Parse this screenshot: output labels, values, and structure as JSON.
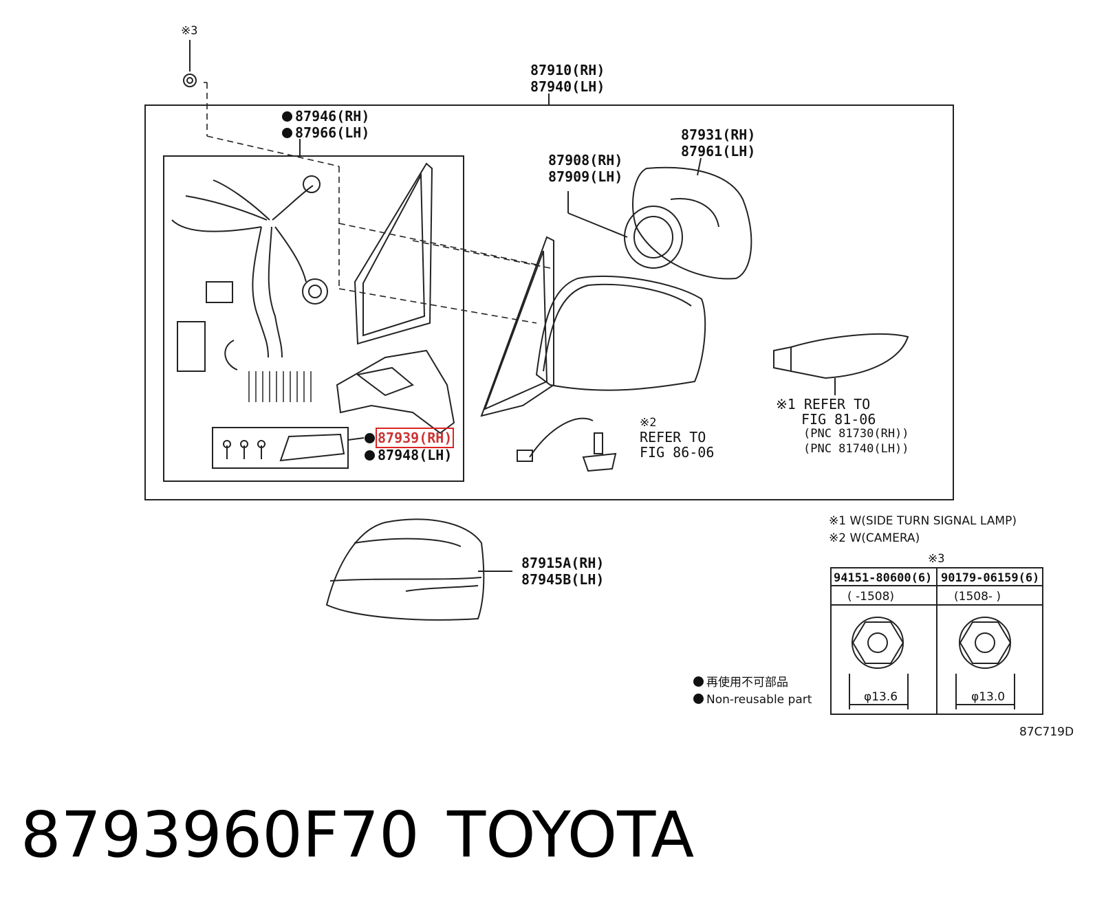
{
  "labels": {
    "note3_top": "※3",
    "main_assembly": [
      "87910(RH)",
      "87940(LH)"
    ],
    "harness": [
      "87946(RH)",
      "87966(LH)"
    ],
    "mirror_glass": [
      "87931(RH)",
      "87961(LH)"
    ],
    "actuator": [
      "87908(RH)",
      "87909(LH)"
    ],
    "frame_rh": "87939(RH)",
    "frame_lh": "87948(LH)",
    "refer2": [
      "※2",
      "REFER TO",
      "FIG 86-06"
    ],
    "refer1": [
      "※1 REFER TO",
      "FIG 81-06",
      "(PNC 81730(RH))",
      "(PNC 81740(LH))"
    ],
    "cover": [
      "87915A(RH)",
      "87945B(LH)"
    ]
  },
  "notes": {
    "w1": "※1 W(SIDE TURN SIGNAL LAMP)",
    "w2": "※2 W(CAMERA)",
    "note3": "※3"
  },
  "fastener_table": {
    "col1_part": "94151-80600(6)",
    "col1_range": "(     -1508)",
    "col1_dia": "φ13.6",
    "col2_part": "90179-06159(6)",
    "col2_range": "(1508-     )",
    "col2_dia": "φ13.0"
  },
  "legend": {
    "jp": "再使用不可部品",
    "en": "Non-reusable part"
  },
  "diagram_code": "87C719D",
  "part_number": "8793960F70",
  "brand": "TOYOTA"
}
